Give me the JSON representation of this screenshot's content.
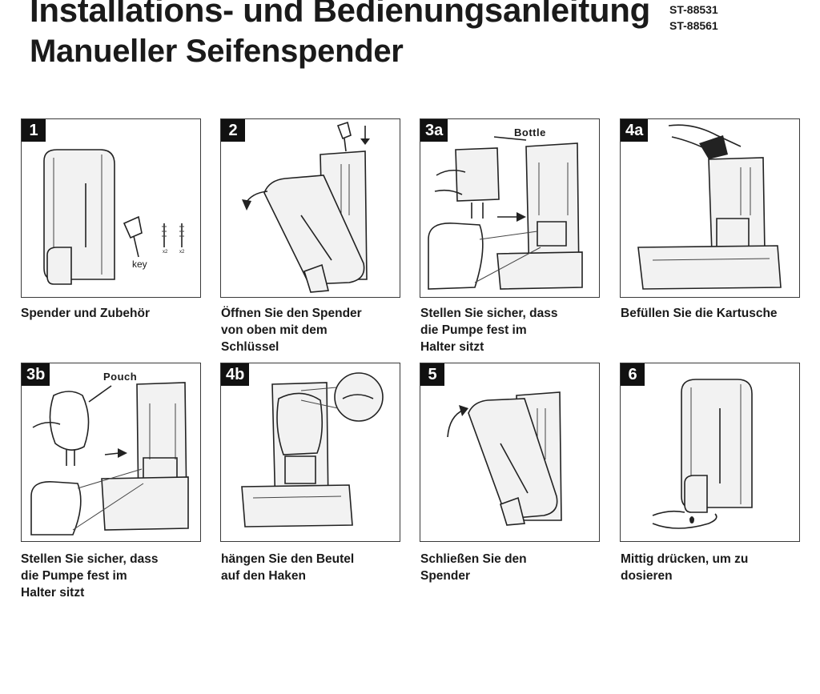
{
  "header": {
    "title_line1": "Installations- und Bedienungsanleitung",
    "title_line2": "Manueller Seifenspender",
    "models": [
      "ST-88531",
      "ST-88561"
    ]
  },
  "steps": [
    {
      "badge": "1",
      "caption": "Spender und Zubehör",
      "labels": {
        "key": "key",
        "qty_a": "x2",
        "qty_b": "x2"
      }
    },
    {
      "badge": "2",
      "caption": "Öffnen Sie den Spender\nvon oben mit dem\nSchlüssel"
    },
    {
      "badge": "3a",
      "caption": "Stellen Sie sicher, dass\ndie Pumpe fest im\nHalter sitzt",
      "labels": {
        "bottle": "Bottle"
      }
    },
    {
      "badge": "4a",
      "caption": "Befüllen Sie die Kartusche"
    },
    {
      "badge": "3b",
      "caption": "Stellen Sie sicher, dass\ndie Pumpe fest im\nHalter sitzt",
      "labels": {
        "pouch": "Pouch"
      }
    },
    {
      "badge": "4b",
      "caption": "hängen Sie den Beutel\nauf den Haken"
    },
    {
      "badge": "5",
      "caption": "Schließen Sie den\nSpender"
    },
    {
      "badge": "6",
      "caption": "Mittig drücken, um zu\ndosieren"
    }
  ]
}
